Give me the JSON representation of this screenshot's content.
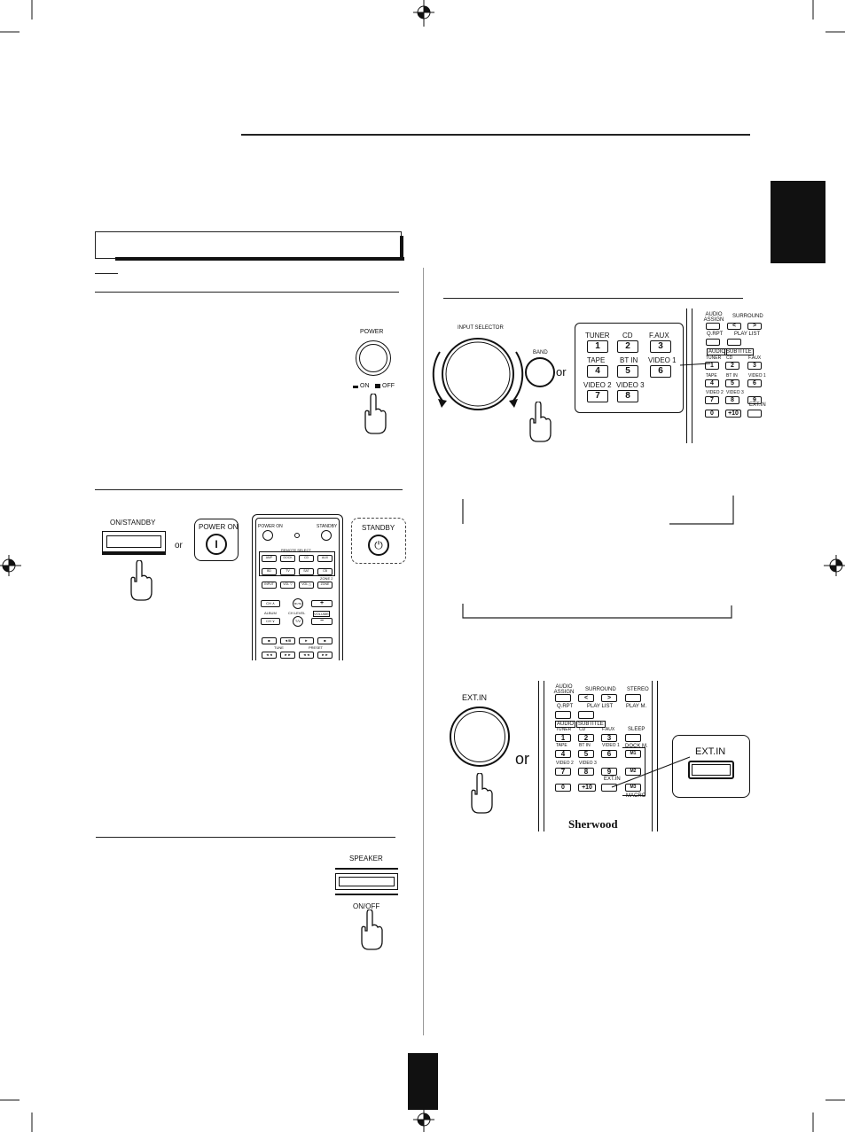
{
  "input_panel": {
    "input_selector_label": "INPUT SELECTOR",
    "band_label": "BAND",
    "or_text": "or",
    "keypad": [
      {
        "label": "TUNER",
        "num": "1"
      },
      {
        "label": "CD",
        "num": "2"
      },
      {
        "label": "F.AUX",
        "num": "3"
      },
      {
        "label": "TAPE",
        "num": "4"
      },
      {
        "label": "BT IN",
        "num": "5"
      },
      {
        "label": "VIDEO 1",
        "num": "6"
      },
      {
        "label": "VIDEO 2",
        "num": "7"
      },
      {
        "label": "VIDEO 3",
        "num": "8"
      }
    ]
  },
  "remote_strip_top": {
    "audio_assign": "AUDIO ASSIGN",
    "surround": "SURROUND",
    "surround_left": "<",
    "surround_right": ">",
    "q_rpt": "Q.RPT",
    "play_list": "PLAY LIST",
    "audio": "AUDIO",
    "subtitle": "SUBTITLE",
    "keys": [
      {
        "label": "TUNER",
        "num": "1"
      },
      {
        "label": "CD",
        "num": "2"
      },
      {
        "label": "F.AUX",
        "num": "3"
      },
      {
        "label": "TAPE",
        "num": "4"
      },
      {
        "label": "BT IN",
        "num": "5"
      },
      {
        "label": "VIDEO 1",
        "num": "6"
      },
      {
        "label": "VIDEO 2",
        "num": "7"
      },
      {
        "label": "VIDEO 3",
        "num": "8"
      },
      {
        "label": "",
        "num": "9"
      }
    ],
    "zero": "0",
    "plus10": "+10",
    "ext_in": "EXT.IN"
  },
  "power": {
    "label": "POWER",
    "on": "ON",
    "off": "OFF"
  },
  "standby": {
    "on_standby_label": "ON/STANDBY",
    "or_text": "or",
    "power_on_label": "POWER ON",
    "power_on_glyph": "I",
    "standby_label": "STANDBY",
    "standby_glyph": "⏻"
  },
  "remote_main": {
    "power_on": "POWER ON",
    "standby": "STANDBY",
    "remote_select": "REMOTE SELECT",
    "row1": [
      "AMP",
      "DOCK",
      "CD",
      "AUX"
    ],
    "row2": [
      "BD",
      "TV",
      "SAT",
      "CB"
    ],
    "zone2": "ZONE 2",
    "row3": [
      "INPUT",
      "VOL ▽",
      "VOL △",
      "ZONE"
    ],
    "ch_up": "CH ∧",
    "mute": "MUTE",
    "plus": "+",
    "album": "ALBUM",
    "ch_level": "CH LEVEL",
    "volume": "VOLUME",
    "ch_down": "CH ∨",
    "minus": "−",
    "t_v": "T/V",
    "transport1": [
      "■",
      "◄/II",
      "►",
      "■"
    ],
    "tune": "TUNE",
    "preset": "PRESET",
    "transport2": [
      "◄◄",
      "►►",
      "◄◄",
      "►►"
    ]
  },
  "speaker": {
    "label": "SPEAKER",
    "onoff": "ON/OFF"
  },
  "ext_in": {
    "label": "EXT.IN",
    "or_text": "or",
    "callout": "EXT.IN",
    "brand": "Sherwood",
    "stereo": "STEREO",
    "play_m": "PLAY M.",
    "sleep": "SLEEP",
    "dock_m": "DOCK M.",
    "m1": "M1",
    "m2": "M2",
    "m3": "M3",
    "macro": "MACRO",
    "ext_in_small": "EXT.IN"
  }
}
